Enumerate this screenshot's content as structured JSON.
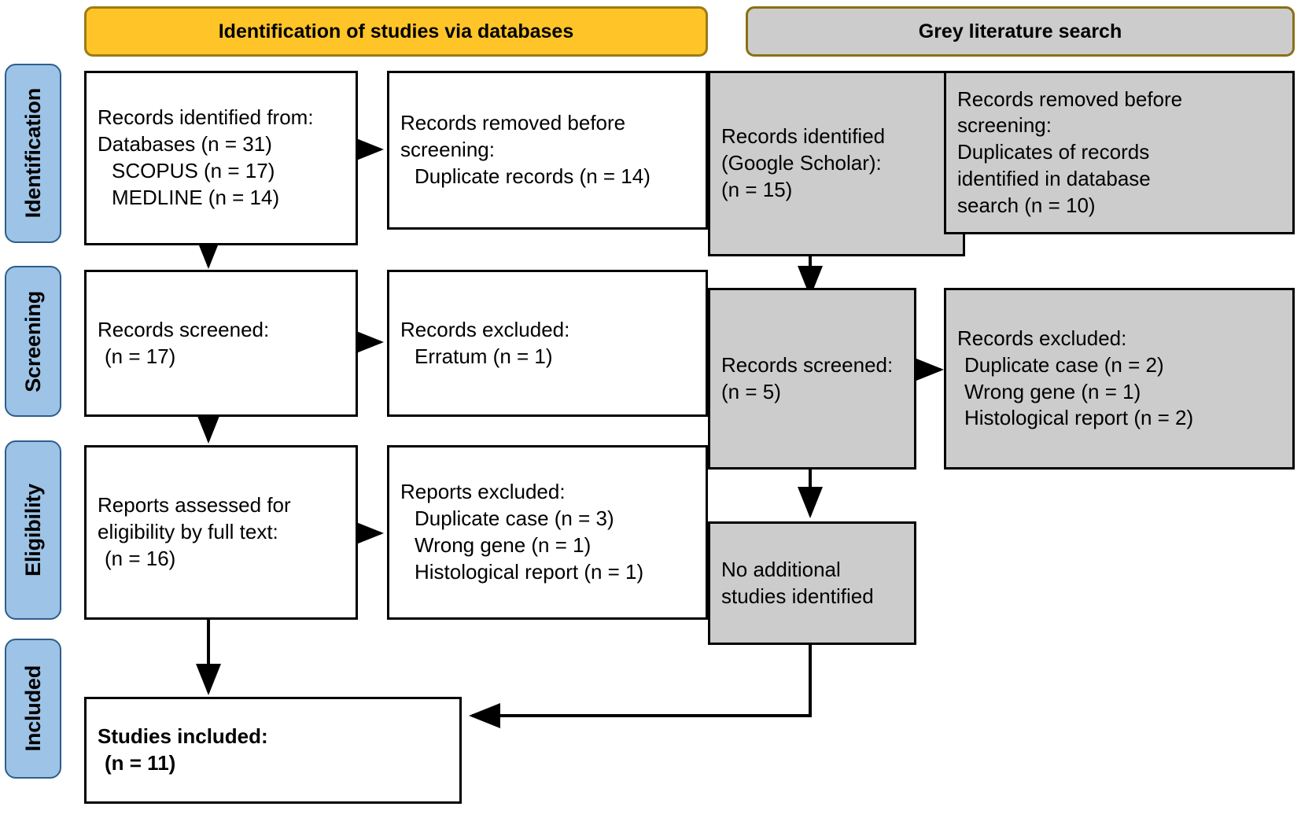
{
  "stage_labels": [
    {
      "name": "identification",
      "text": "Identification"
    },
    {
      "name": "screening",
      "text": "Screening"
    },
    {
      "name": "eligibility",
      "text": "Eligibility"
    },
    {
      "name": "included",
      "text": "Included"
    }
  ],
  "banners": {
    "database": {
      "title": "Identification of studies via databases",
      "color": "#FFC528",
      "border": "#9C7A16"
    },
    "grey_literature": {
      "title": "Grey literature search",
      "color": "#CCCCCC",
      "border": "#8C6F16"
    }
  },
  "colors": {
    "stage_fill": "#9DC3E6",
    "stage_border": "#2E5E8C",
    "grey_box_fill": "#CCCCCC",
    "white_box_fill": "#FFFFFF",
    "box_border": "#000000",
    "orange_banner": "#FFC528",
    "grey_banner": "#CCCCCC"
  },
  "boxes": {
    "db_identified": {
      "lines": [
        "Records identified from:",
        "Databases (n = 31)",
        "SCOPUS (n = 17)",
        "MEDLINE (n = 14)"
      ]
    },
    "db_removed": {
      "lines": [
        "Records removed before",
        "screening:",
        "Duplicate records (n = 14)"
      ]
    },
    "db_screened": {
      "lines": [
        "Records screened:",
        "(n = 17)"
      ]
    },
    "db_excluded_screen": {
      "lines": [
        "Records excluded:",
        "Erratum (n = 1)"
      ]
    },
    "db_assessed": {
      "lines": [
        "Reports assessed for",
        "eligibility by full text:",
        "(n = 16)"
      ]
    },
    "db_reports_excluded": {
      "lines": [
        "Reports excluded:",
        "Duplicate case (n = 3)",
        "Wrong gene (n = 1)",
        "Histological report (n = 1)"
      ]
    },
    "studies_included": {
      "lines": [
        "Studies included:",
        "(n = 11)"
      ]
    },
    "grey_identified": {
      "lines": [
        "Records identified",
        "(Google Scholar):",
        "(n = 15)"
      ]
    },
    "grey_removed": {
      "lines": [
        "Records removed before",
        "screening:",
        "Duplicates of records",
        "identified in database",
        "search (n = 10)"
      ]
    },
    "grey_screened": {
      "lines": [
        "Records screened:",
        "(n = 5)"
      ]
    },
    "grey_excluded": {
      "lines": [
        "Records excluded:",
        "Duplicate case (n = 2)",
        "Wrong gene (n = 1)",
        "Histological report (n = 2)"
      ]
    },
    "grey_no_additional": {
      "lines": [
        "No additional",
        "studies identified"
      ]
    }
  },
  "chart_data": {
    "type": "diagram",
    "title": "PRISMA flow diagram",
    "columns": [
      "Identification of studies via databases",
      "Grey literature search"
    ],
    "stages": [
      "Identification",
      "Screening",
      "Eligibility",
      "Included"
    ],
    "nodes": [
      {
        "id": "db_identified",
        "stage": "Identification",
        "column": "databases",
        "n_total": 31,
        "sources": [
          {
            "name": "SCOPUS",
            "n": 17
          },
          {
            "name": "MEDLINE",
            "n": 14
          }
        ]
      },
      {
        "id": "db_removed",
        "stage": "Identification",
        "column": "databases",
        "reasons": [
          {
            "name": "Duplicate records",
            "n": 14
          }
        ]
      },
      {
        "id": "db_screened",
        "stage": "Screening",
        "column": "databases",
        "n": 17
      },
      {
        "id": "db_excluded_screen",
        "stage": "Screening",
        "column": "databases",
        "reasons": [
          {
            "name": "Erratum",
            "n": 1
          }
        ]
      },
      {
        "id": "db_assessed",
        "stage": "Eligibility",
        "column": "databases",
        "n": 16
      },
      {
        "id": "db_reports_excluded",
        "stage": "Eligibility",
        "column": "databases",
        "reasons": [
          {
            "name": "Duplicate case",
            "n": 3
          },
          {
            "name": "Wrong gene",
            "n": 1
          },
          {
            "name": "Histological report",
            "n": 1
          }
        ]
      },
      {
        "id": "studies_included",
        "stage": "Included",
        "column": "databases",
        "n": 11
      },
      {
        "id": "grey_identified",
        "stage": "Identification",
        "column": "grey",
        "source": "Google Scholar",
        "n": 15
      },
      {
        "id": "grey_removed",
        "stage": "Identification",
        "column": "grey",
        "reasons": [
          {
            "name": "Duplicates of records identified in database search",
            "n": 10
          }
        ]
      },
      {
        "id": "grey_screened",
        "stage": "Screening",
        "column": "grey",
        "n": 5
      },
      {
        "id": "grey_excluded",
        "stage": "Screening",
        "column": "grey",
        "reasons": [
          {
            "name": "Duplicate case",
            "n": 2
          },
          {
            "name": "Wrong gene",
            "n": 1
          },
          {
            "name": "Histological report",
            "n": 2
          }
        ]
      },
      {
        "id": "grey_no_additional",
        "stage": "Included",
        "column": "grey",
        "n": 0
      }
    ],
    "edges": [
      {
        "from": "db_identified",
        "to": "db_removed"
      },
      {
        "from": "db_identified",
        "to": "db_screened"
      },
      {
        "from": "db_screened",
        "to": "db_excluded_screen"
      },
      {
        "from": "db_screened",
        "to": "db_assessed"
      },
      {
        "from": "db_assessed",
        "to": "db_reports_excluded"
      },
      {
        "from": "db_assessed",
        "to": "studies_included"
      },
      {
        "from": "grey_identified",
        "to": "grey_removed"
      },
      {
        "from": "grey_identified",
        "to": "grey_screened"
      },
      {
        "from": "grey_screened",
        "to": "grey_excluded"
      },
      {
        "from": "grey_screened",
        "to": "grey_no_additional"
      },
      {
        "from": "grey_no_additional",
        "to": "studies_included"
      }
    ]
  }
}
